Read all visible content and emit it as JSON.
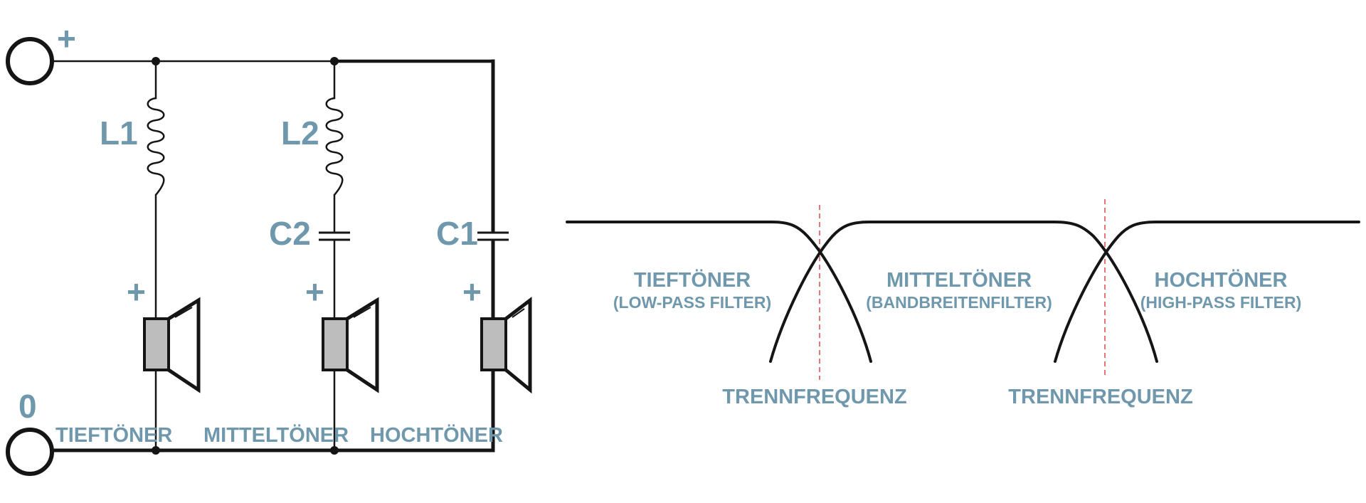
{
  "circuit": {
    "terminal_plus": "+",
    "terminal_zero": "0",
    "components": {
      "l1": "L1",
      "l2": "L2",
      "c2": "C2",
      "c1": "C1"
    },
    "speaker_polarity": "+",
    "drivers": {
      "woofer": "TIEFTÖNER",
      "midrange": "MITTELTÖNER",
      "tweeter": "HOCHTÖNER"
    }
  },
  "response": {
    "bands": [
      {
        "name": "TIEFTÖNER",
        "filter": "(LOW-PASS FILTER)"
      },
      {
        "name": "MITTELTÖNER",
        "filter": "(BANDBREITENFILTER)"
      },
      {
        "name": "HOCHTÖNER",
        "filter": "(HIGH-PASS FILTER)"
      }
    ],
    "crossovers": [
      {
        "label": "TRENNFREQUENZ"
      },
      {
        "label": "TRENNFREQUENZ"
      }
    ]
  },
  "colors": {
    "label": "#6f98ad",
    "line": "#151515",
    "speaker_fill": "#bdbdbd",
    "crossover_marker": "#e0474c"
  }
}
